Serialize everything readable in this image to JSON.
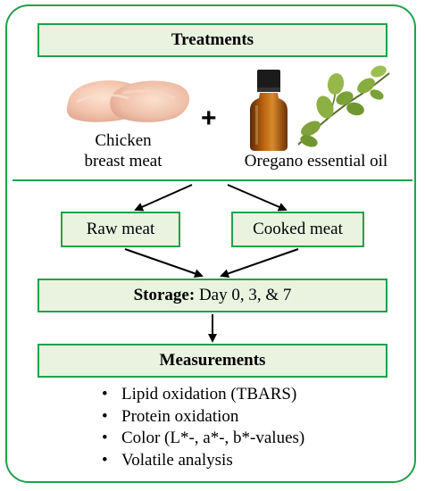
{
  "treatments": {
    "title": "Treatments"
  },
  "ingredients": {
    "chicken": {
      "line1": "Chicken",
      "line2": "breast meat"
    },
    "plus": "+",
    "oregano": {
      "label": "Oregano essential oil"
    }
  },
  "preparation": {
    "raw": "Raw meat",
    "cooked": "Cooked meat"
  },
  "storage": {
    "label": "Storage:",
    "value": "Day 0, 3, & 7"
  },
  "measurements": {
    "title": "Measurements",
    "bullet": "•",
    "items": [
      "Lipid oxidation (TBARS)",
      "Protein oxidation",
      "Color (L*-, a*-, b*-values)",
      "Volatile analysis"
    ]
  },
  "colors": {
    "border": "#22a04b",
    "box_fill": "#e9f3e0"
  }
}
